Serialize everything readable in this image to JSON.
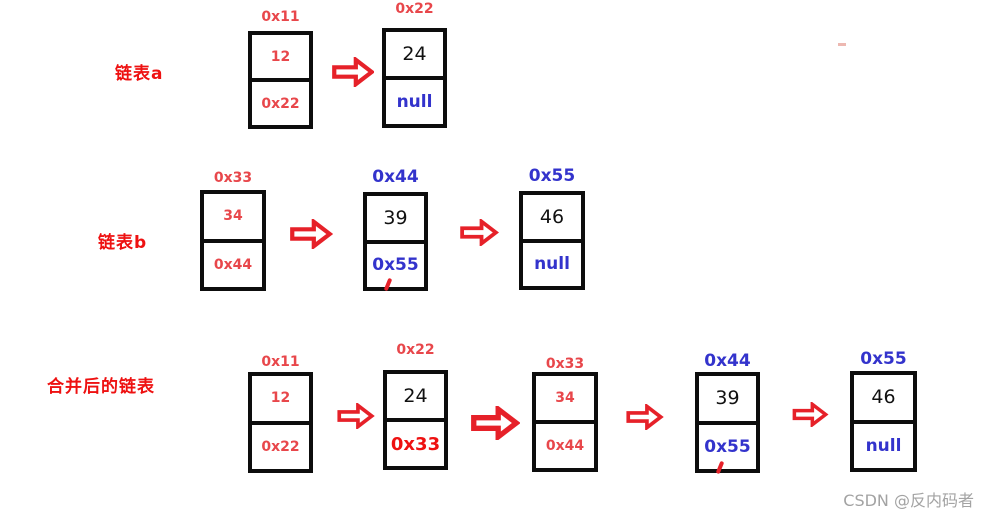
{
  "colors": {
    "label_red": "#ee1111",
    "salmon_red": "#e8474b",
    "pointer_blue": "#3333cc",
    "value_black": "#111111",
    "arrow_red": "#e62129",
    "box_border_black": "#0d0d0d",
    "watermark_gray": "#a3a3a3"
  },
  "rows": [
    {
      "label": "链表a",
      "nodes": [
        {
          "addr": "0x11",
          "value": "12",
          "next": "0x22"
        },
        {
          "addr": "0x22",
          "value": "24",
          "next": "null"
        }
      ]
    },
    {
      "label": "链表b",
      "nodes": [
        {
          "addr": "0x33",
          "value": "34",
          "next": "0x44"
        },
        {
          "addr": "0x44",
          "value": "39",
          "next": "0x55"
        },
        {
          "addr": "0x55",
          "value": "46",
          "next": "null"
        }
      ]
    },
    {
      "label": "合并后的链表",
      "nodes": [
        {
          "addr": "0x11",
          "value": "12",
          "next": "0x22"
        },
        {
          "addr": "0x22",
          "value": "24",
          "next": "0x33"
        },
        {
          "addr": "0x33",
          "value": "34",
          "next": "0x44"
        },
        {
          "addr": "0x44",
          "value": "39",
          "next": "0x55"
        },
        {
          "addr": "0x55",
          "value": "46",
          "next": "null"
        }
      ]
    }
  ],
  "watermark": "CSDN @反内码者"
}
